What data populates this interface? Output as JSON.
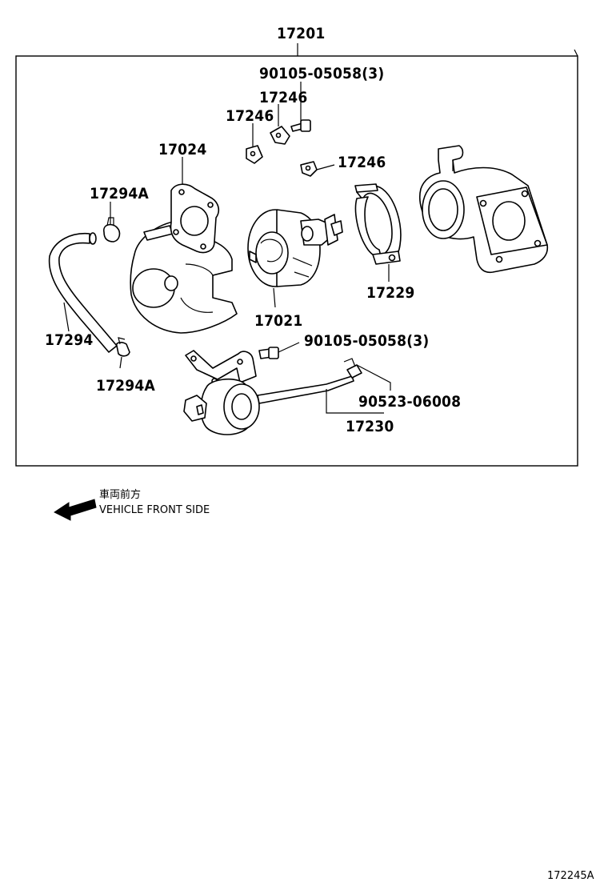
{
  "assembly_label": "17201",
  "parts": {
    "bolt_top": "90105-05058(3)",
    "gasket_a": "17246",
    "gasket_b": "17246",
    "gasket_c": "17246",
    "turbine_housing_gasket": "17024",
    "hose_clamp_top": "17294A",
    "oil_hose": "17294",
    "hose_clamp_bottom": "17294A",
    "center_housing": "17021",
    "v_band_clamp": "17229",
    "bolt_mid": "90105-05058(3)",
    "clip": "90523-06008",
    "actuator": "17230"
  },
  "direction_note": {
    "japanese": "車両前方",
    "english": "VEHICLE FRONT SIDE"
  },
  "figure_ref": "172245A"
}
